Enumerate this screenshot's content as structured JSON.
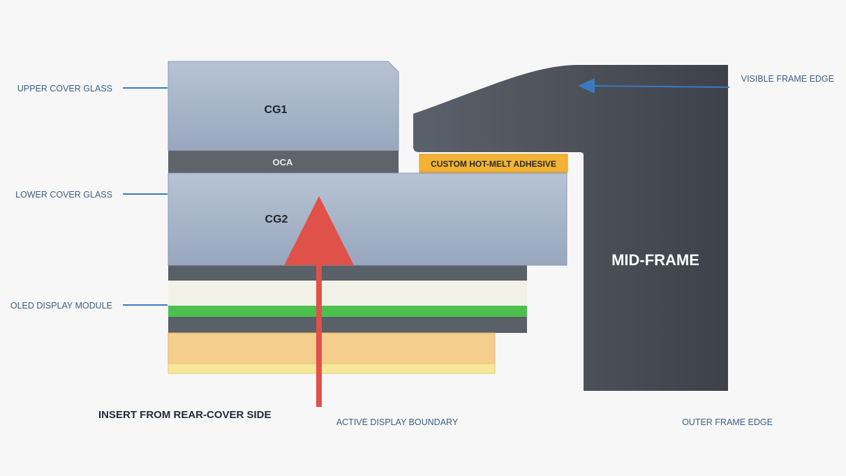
{
  "labels": {
    "upper_cover_glass": "UPPER COVER GLASS",
    "lower_cover_glass": "LOWER COVER GLASS",
    "oled_display_module": "OLED DISPLAY MODULE",
    "visible_frame_edge": "VISIBLE FRAME EDGE",
    "active_display_boundary": "ACTIVE DISPLAY BOUNDARY",
    "outer_frame_edge": "OUTER FRAME EDGE",
    "insert_instruction": "INSERT FROM REAR-COVER SIDE"
  },
  "layers": {
    "cg1": "CG1",
    "oca": "OCA",
    "cg2": "CG2",
    "adhesive": "CUSTOM HOT-MELT ADHESIVE",
    "mid_frame": "MID-FRAME"
  },
  "colors": {
    "background": "#f7f7f7",
    "glass": "#a6b4c8",
    "oca": "#5f646b",
    "frame": "#474c55",
    "adhesive": "#f2b233",
    "oled_white": "#f2f1e8",
    "oled_green": "#4dbf4d",
    "oled_dark": "#5a6068",
    "orange_layer": "#f5cd8c",
    "yellow_layer": "#f7e79a",
    "arrow_red": "#e0514a",
    "leader_blue": "#3a7bbf"
  }
}
